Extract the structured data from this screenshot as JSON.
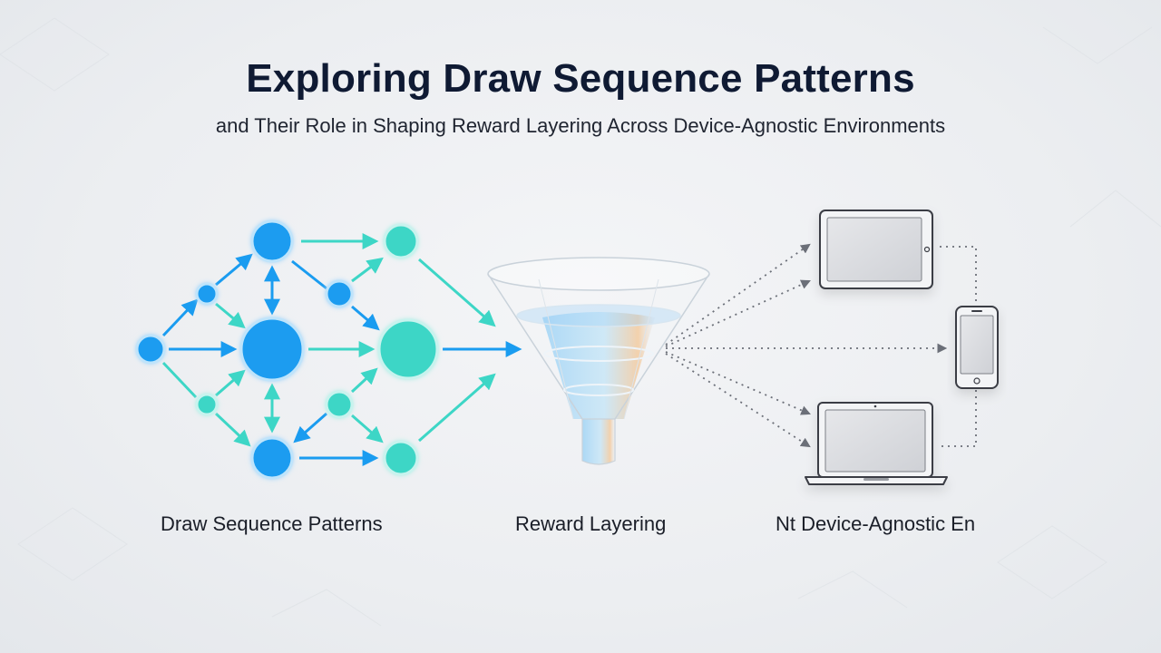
{
  "title": "Exploring Draw Sequence Patterns",
  "subtitle": "and Their Role in Shaping Reward Layering Across Device-Agnostic Environments",
  "captions": {
    "patterns": "Draw Sequence Patterns",
    "reward": "Reward Layering",
    "devices": "Nt Device-Agnostic En"
  },
  "colors": {
    "blue": "#1a9cf0",
    "teal": "#3dd6c6",
    "title": "#0f1a33",
    "device": "#3a3d44"
  },
  "devices": [
    "tablet-icon",
    "phone-icon",
    "laptop-icon"
  ]
}
